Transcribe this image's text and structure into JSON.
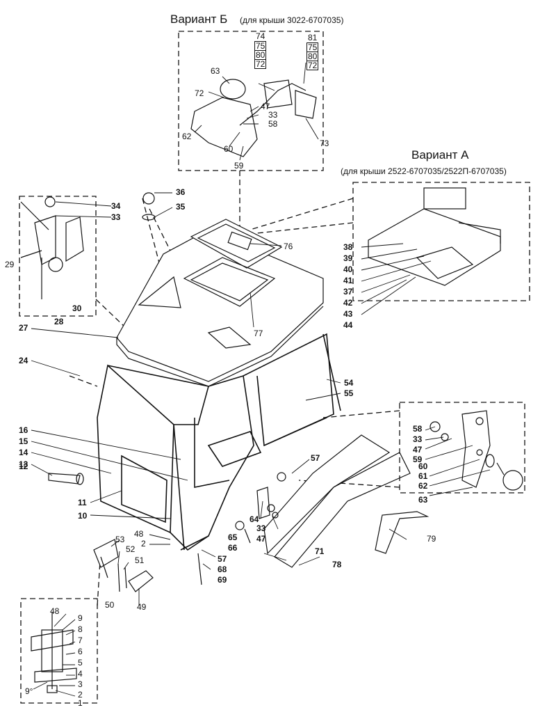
{
  "variant_b": {
    "title": "Вариант Б",
    "subtitle": "(для крыши 3022-6707035)"
  },
  "variant_a": {
    "title": "Вариант А",
    "subtitle": "(для крыши 2522-6707035/2522П-6707035)"
  },
  "callouts": {
    "vb_74": "74",
    "vb_75a": "75",
    "vb_80a": "80",
    "vb_72a": "72",
    "vb_81": "81",
    "vb_75b": "75",
    "vb_80b": "80",
    "vb_72b": "72",
    "vb_63": "63",
    "vb_72c": "72",
    "vb_47": "47",
    "vb_33": "33",
    "vb_58": "58",
    "vb_62": "62",
    "vb_60": "60",
    "vb_59": "59",
    "vb_73": "73",
    "c36": "36",
    "c35": "35",
    "c34": "34",
    "c33": "33",
    "c29": "29",
    "c30": "30",
    "c28": "28",
    "c76": "76",
    "c77": "77",
    "c27": "27",
    "c24": "24",
    "va_38": "38",
    "va_39": "39",
    "va_40": "40",
    "va_41": "41",
    "va_37": "37",
    "va_42": "42",
    "va_43": "43",
    "va_44": "44",
    "c54": "54",
    "c55": "55",
    "r58": "58",
    "r33": "33",
    "r47": "47",
    "r59": "59",
    "r60": "60",
    "r61": "61",
    "r62": "62",
    "r63": "63",
    "c16": "16",
    "c15": "15",
    "c14": "14",
    "c13": "13",
    "c12": "12",
    "c11": "11",
    "c10": "10",
    "c57a": "57",
    "c64": "64",
    "c33b": "33",
    "c47b": "47",
    "c65": "65",
    "c66": "66",
    "c71": "71",
    "c78": "78",
    "c79": "79",
    "c48a": "48",
    "c2a": "2",
    "c57b": "57",
    "c68": "68",
    "c69": "69",
    "c53": "53",
    "c52": "52",
    "c51": "51",
    "c50": "50",
    "c49": "49",
    "m48": "48",
    "m9a": "9",
    "m8": "8",
    "m7": "7",
    "m6": "6",
    "m5": "5",
    "m4": "4",
    "m3": "3",
    "m9b": "9°",
    "m2": "2",
    "m1": "1"
  }
}
